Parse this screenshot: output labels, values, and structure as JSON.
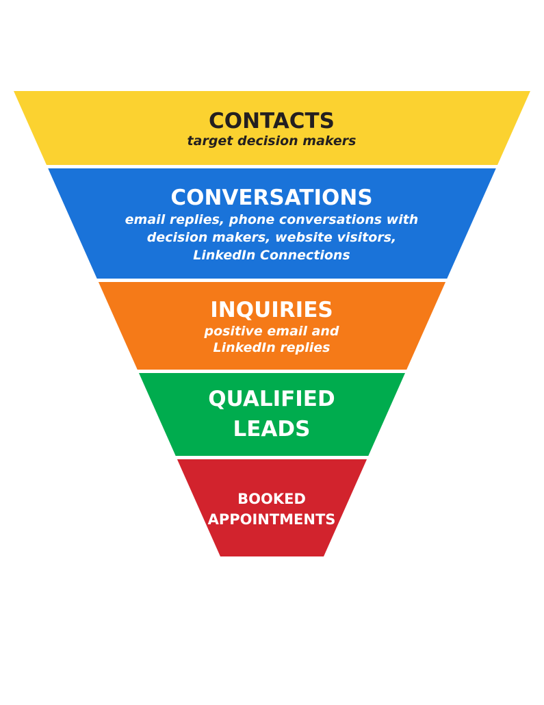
{
  "funnel": {
    "segments": [
      {
        "title_lines": [
          "CONTACTS"
        ],
        "subtitle_lines": [
          "target decision makers"
        ],
        "fill": "#FBD230",
        "text_color": "#231F20"
      },
      {
        "title_lines": [
          "CONVERSATIONS"
        ],
        "subtitle_lines": [
          "email replies, phone conversations with",
          "decision makers, website visitors,",
          "LinkedIn Connections"
        ],
        "fill": "#1A73D9",
        "text_color": "#FFFFFF"
      },
      {
        "title_lines": [
          "INQUIRIES"
        ],
        "subtitle_lines": [
          "positive email and",
          "LinkedIn replies"
        ],
        "fill": "#F57A18",
        "text_color": "#FFFFFF"
      },
      {
        "title_lines": [
          "QUALIFIED",
          "LEADS"
        ],
        "subtitle_lines": [],
        "fill": "#00AC4E",
        "text_color": "#FFFFFF"
      },
      {
        "title_lines": [
          "BOOKED",
          "APPOINTMENTS"
        ],
        "subtitle_lines": [],
        "fill": "#D2232D",
        "text_color": "#FFFFFF"
      }
    ]
  }
}
